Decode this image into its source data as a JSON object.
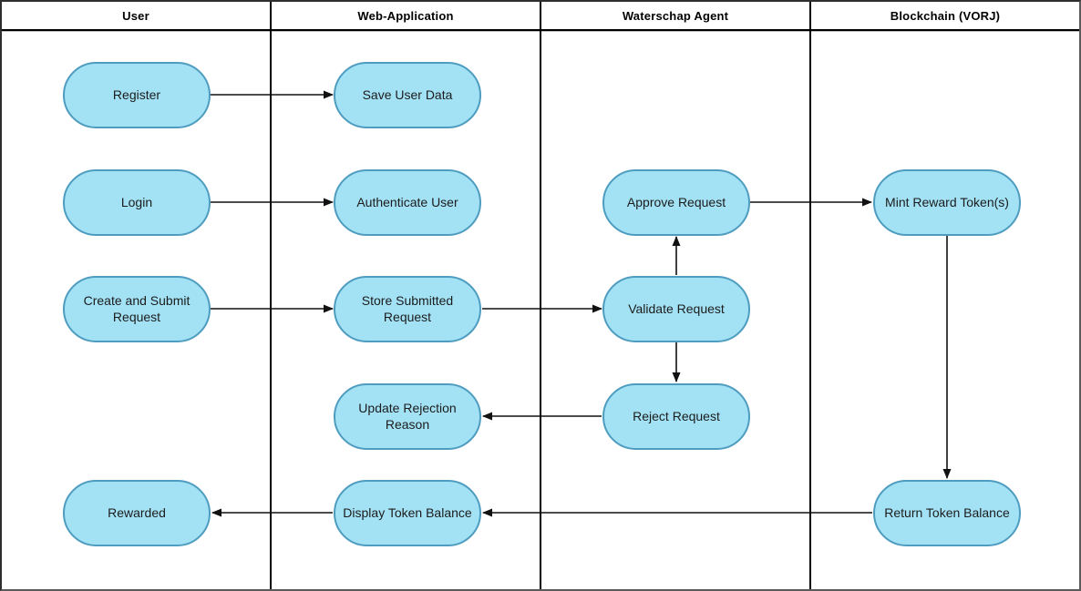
{
  "diagram": {
    "type": "swimlane-flowchart",
    "lanes": [
      {
        "id": "user",
        "title": "User"
      },
      {
        "id": "web-application",
        "title": "Web-Application"
      },
      {
        "id": "waterschap-agent",
        "title": "Waterschap Agent"
      },
      {
        "id": "blockchain-vorj",
        "title": "Blockchain (VORJ)"
      }
    ],
    "nodes": [
      {
        "id": "register",
        "lane": "User",
        "label": "Register"
      },
      {
        "id": "save-user-data",
        "lane": "Web-Application",
        "label": "Save User Data"
      },
      {
        "id": "login",
        "lane": "User",
        "label": "Login"
      },
      {
        "id": "authenticate-user",
        "lane": "Web-Application",
        "label": "Authenticate User"
      },
      {
        "id": "approve-request",
        "lane": "Waterschap Agent",
        "label": "Approve Request"
      },
      {
        "id": "mint-reward-tokens",
        "lane": "Blockchain (VORJ)",
        "label": "Mint Reward Token(s)"
      },
      {
        "id": "create-and-submit-request",
        "lane": "User",
        "label": "Create and Submit Request"
      },
      {
        "id": "store-submitted-request",
        "lane": "Web-Application",
        "label": "Store Submitted Request"
      },
      {
        "id": "validate-request",
        "lane": "Waterschap Agent",
        "label": "Validate Request"
      },
      {
        "id": "update-rejection-reason",
        "lane": "Web-Application",
        "label": "Update Rejection Reason"
      },
      {
        "id": "reject-request",
        "lane": "Waterschap Agent",
        "label": "Reject Request"
      },
      {
        "id": "rewarded",
        "lane": "User",
        "label": "Rewarded"
      },
      {
        "id": "display-token-balance",
        "lane": "Web-Application",
        "label": "Display Token Balance"
      },
      {
        "id": "return-token-balance",
        "lane": "Blockchain (VORJ)",
        "label": "Return Token Balance"
      }
    ],
    "edges": [
      {
        "from": "register",
        "to": "save-user-data",
        "direction": "right"
      },
      {
        "from": "login",
        "to": "authenticate-user",
        "direction": "right"
      },
      {
        "from": "create-and-submit-request",
        "to": "store-submitted-request",
        "direction": "right"
      },
      {
        "from": "store-submitted-request",
        "to": "validate-request",
        "direction": "right"
      },
      {
        "from": "validate-request",
        "to": "approve-request",
        "direction": "up"
      },
      {
        "from": "validate-request",
        "to": "reject-request",
        "direction": "down"
      },
      {
        "from": "approve-request",
        "to": "mint-reward-tokens",
        "direction": "right"
      },
      {
        "from": "reject-request",
        "to": "update-rejection-reason",
        "direction": "left"
      },
      {
        "from": "mint-reward-tokens",
        "to": "return-token-balance",
        "direction": "down"
      },
      {
        "from": "return-token-balance",
        "to": "display-token-balance",
        "direction": "left"
      },
      {
        "from": "display-token-balance",
        "to": "rewarded",
        "direction": "left"
      }
    ],
    "colors": {
      "node_fill": "#A3E2F5",
      "node_border": "#4E9CBF",
      "line": "#111111",
      "lane_border": "#000000",
      "background": "#FFFFFF",
      "text": "#1C1C1C"
    }
  }
}
